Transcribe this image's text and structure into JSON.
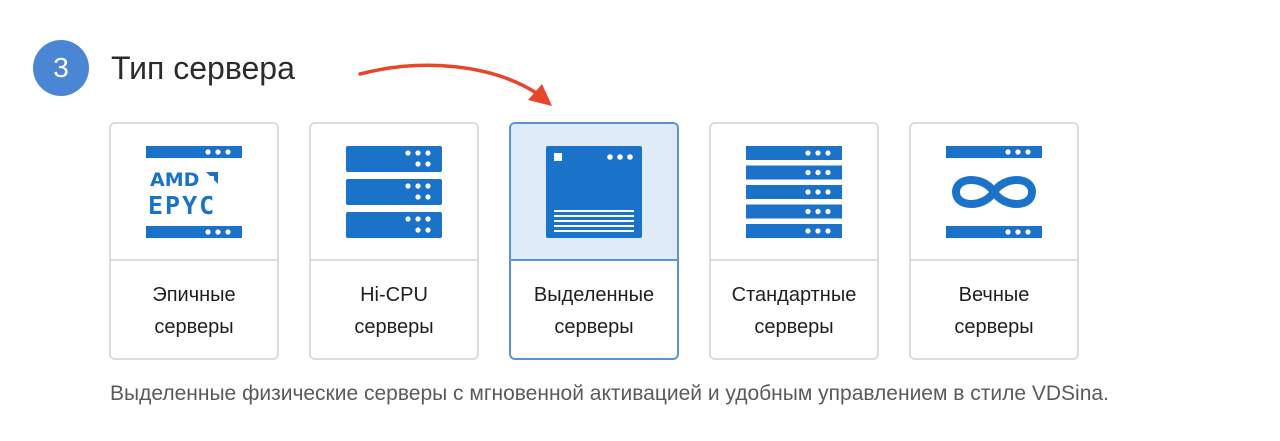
{
  "step": {
    "number": "3",
    "title": "Тип сервера"
  },
  "cards": [
    {
      "label": "Эпичные\nсерверы",
      "icon": "amd-epyc-server-icon",
      "logo_text_1": "AMD",
      "logo_text_2": "EPYC",
      "selected": false
    },
    {
      "label": "Hi-CPU\nсерверы",
      "icon": "server-rack-icon",
      "selected": false
    },
    {
      "label": "Выделенные\nсерверы",
      "icon": "dedicated-server-icon",
      "selected": true
    },
    {
      "label": "Стандартные\nсерверы",
      "icon": "standard-server-stack-icon",
      "selected": false
    },
    {
      "label": "Вечные\nсерверы",
      "icon": "infinity-server-icon",
      "selected": false
    }
  ],
  "description": "Выделенные физические серверы с мгновенной активацией и удобным управлением в стиле VDSina.",
  "colors": {
    "accent": "#4a86d4",
    "icon_blue": "#1a73c8",
    "selected_bg": "#deebf8",
    "selected_border": "#5b93d3",
    "arrow": "#e8452c"
  }
}
